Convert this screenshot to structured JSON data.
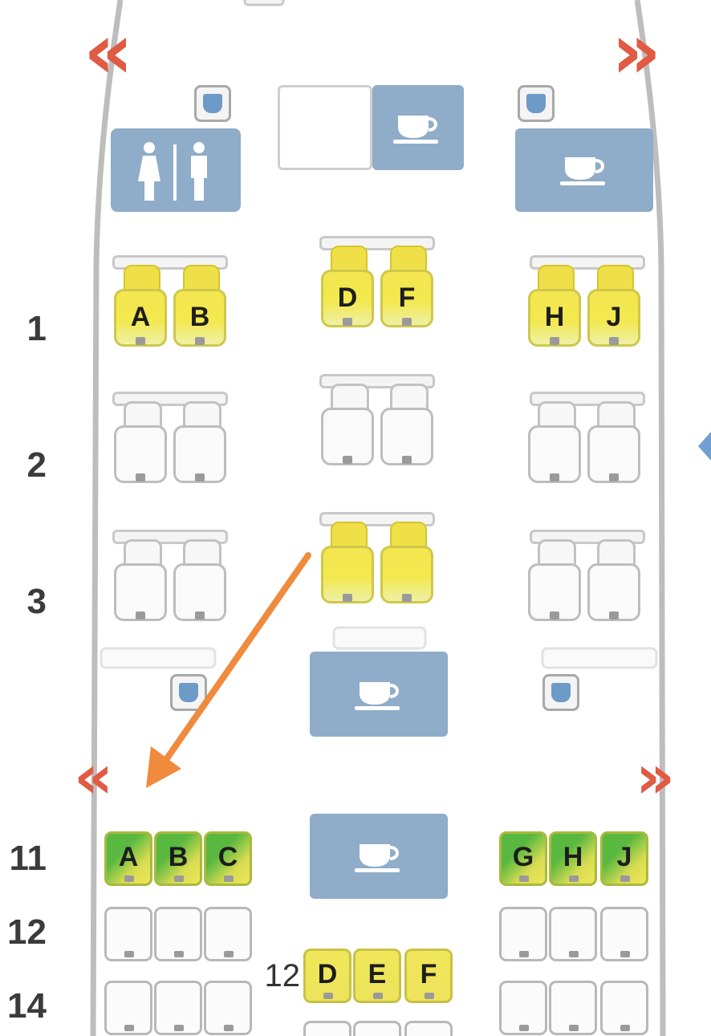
{
  "colors": {
    "exit_red": "#e05a44",
    "galley_blue": "#8facc9",
    "available_yellow": "#f1e75a",
    "preferred_green": "#58b840",
    "arrow_orange": "#f08a3c"
  },
  "exits": {
    "glyph_left": "«",
    "glyph_right": "»"
  },
  "icons": {
    "galley": "coffee-cup-icon",
    "lavatory": "restroom-icon",
    "attendant_seat": "jumpseat-icon",
    "exit": "exit-chevron-icon"
  },
  "business": {
    "rows": [
      {
        "number": "1",
        "left": [
          {
            "letter": "A",
            "status": "available"
          },
          {
            "letter": "B",
            "status": "available"
          }
        ],
        "center": [
          {
            "letter": "D",
            "status": "available"
          },
          {
            "letter": "F",
            "status": "available"
          }
        ],
        "right": [
          {
            "letter": "H",
            "status": "available"
          },
          {
            "letter": "J",
            "status": "available"
          }
        ]
      },
      {
        "number": "2",
        "left": [
          {
            "letter": "",
            "status": "taken"
          },
          {
            "letter": "",
            "status": "taken"
          }
        ],
        "center": [
          {
            "letter": "",
            "status": "taken"
          },
          {
            "letter": "",
            "status": "taken"
          }
        ],
        "right": [
          {
            "letter": "",
            "status": "taken"
          },
          {
            "letter": "",
            "status": "taken"
          }
        ]
      },
      {
        "number": "3",
        "left": [
          {
            "letter": "",
            "status": "taken"
          },
          {
            "letter": "",
            "status": "taken"
          }
        ],
        "center": [
          {
            "letter": "",
            "status": "available"
          },
          {
            "letter": "",
            "status": "available"
          }
        ],
        "right": [
          {
            "letter": "",
            "status": "taken"
          },
          {
            "letter": "",
            "status": "taken"
          }
        ]
      }
    ]
  },
  "economy": {
    "rows": [
      {
        "number": "11",
        "left": [
          {
            "letter": "A",
            "status": "preferred"
          },
          {
            "letter": "B",
            "status": "preferred"
          },
          {
            "letter": "C",
            "status": "preferred"
          }
        ],
        "right": [
          {
            "letter": "G",
            "status": "preferred"
          },
          {
            "letter": "H",
            "status": "preferred"
          },
          {
            "letter": "J",
            "status": "preferred"
          }
        ]
      },
      {
        "number": "12",
        "left": [
          {
            "letter": "",
            "status": "taken"
          },
          {
            "letter": "",
            "status": "taken"
          },
          {
            "letter": "",
            "status": "taken"
          }
        ],
        "right": [
          {
            "letter": "",
            "status": "taken"
          },
          {
            "letter": "",
            "status": "taken"
          },
          {
            "letter": "",
            "status": "taken"
          }
        ]
      },
      {
        "number": "14",
        "left": [
          {
            "letter": "",
            "status": "taken"
          },
          {
            "letter": "",
            "status": "taken"
          },
          {
            "letter": "",
            "status": "taken"
          }
        ],
        "right": [
          {
            "letter": "",
            "status": "taken"
          },
          {
            "letter": "",
            "status": "taken"
          },
          {
            "letter": "",
            "status": "taken"
          }
        ]
      }
    ],
    "center_block": {
      "number": "12",
      "seats": [
        {
          "letter": "D",
          "status": "available"
        },
        {
          "letter": "E",
          "status": "available"
        },
        {
          "letter": "F",
          "status": "available"
        }
      ]
    }
  }
}
